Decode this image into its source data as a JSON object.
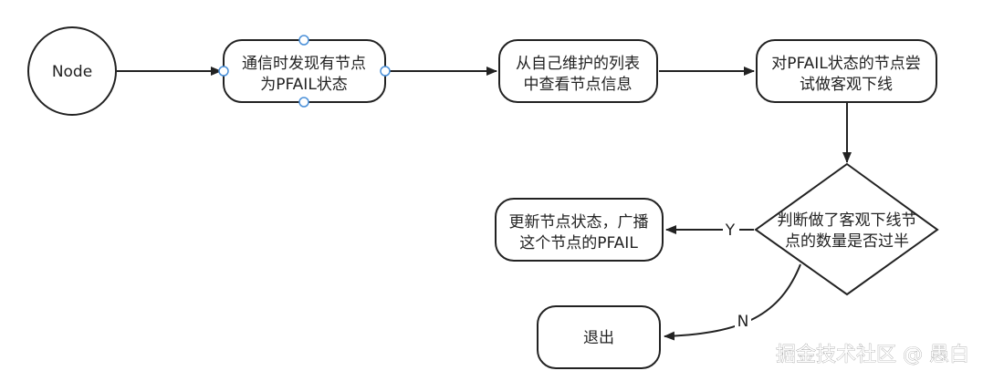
{
  "nodes": {
    "start": {
      "lines": [
        "Node"
      ]
    },
    "detect": {
      "lines": [
        "通信时发现有节点",
        "为PFAIL状态"
      ]
    },
    "lookup": {
      "lines": [
        "从自己维护的列表",
        "中查看节点信息"
      ]
    },
    "attempt": {
      "lines": [
        "对PFAIL状态的节点尝",
        "试做客观下线"
      ]
    },
    "decision": {
      "lines": [
        "判断做了客观下线节",
        "点的数量是否过半"
      ]
    },
    "update": {
      "lines": [
        "更新节点状态，广播",
        "这个节点的PFAIL"
      ]
    },
    "exit": {
      "lines": [
        "退出"
      ]
    }
  },
  "edges": {
    "yes_label": "Y",
    "no_label": "N"
  },
  "watermark": "掘金技术社区 @ 愚白",
  "colors": {
    "stroke": "#222222",
    "fill": "#ffffff",
    "handle": "#4a90d9"
  }
}
